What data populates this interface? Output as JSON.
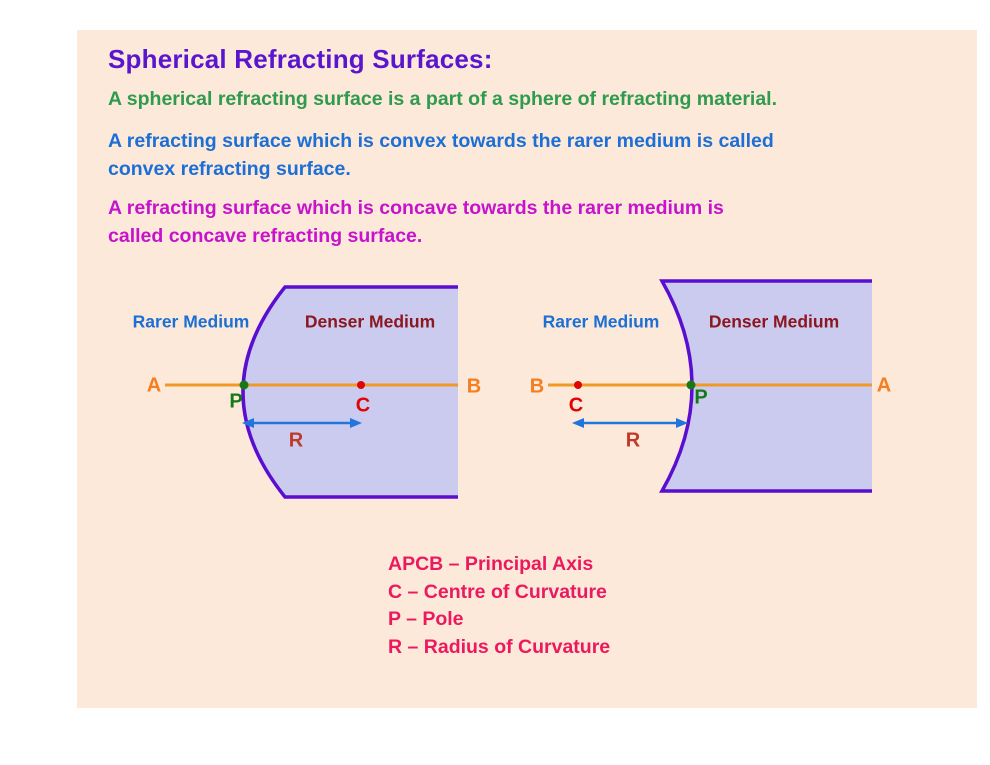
{
  "title": {
    "text": "Spherical Refracting Surfaces:"
  },
  "intro": {
    "text": "A spherical refracting surface is a part of a sphere of refracting material."
  },
  "convex_def": {
    "text": "A refracting surface which is convex towards the rarer medium is called\nconvex refracting surface."
  },
  "concave_def": {
    "text": "A refracting surface which is concave towards the rarer medium is\ncalled concave refracting surface."
  },
  "diagrams": {
    "convex": {
      "rarer": "Rarer Medium",
      "denser": "Denser Medium",
      "left_end": "A",
      "right_end": "B",
      "pole": "P",
      "centre": "C",
      "radius": "R"
    },
    "concave": {
      "rarer": "Rarer Medium",
      "denser": "Denser Medium",
      "left_end": "B",
      "right_end": "A",
      "pole": "P",
      "centre": "C",
      "radius": "R"
    }
  },
  "legend": {
    "line1": "APCB – Principal Axis",
    "line2": "C – Centre of Curvature",
    "line3": "P – Pole",
    "line4": "R – Radius of Curvature"
  },
  "colors": {
    "panel_bg": "#fce9d9",
    "title": "#5a16ce",
    "intro_text": "#2e9b4e",
    "convex_text": "#1c6fd5",
    "concave_text": "#c713cb",
    "rarer_label": "#1c6fd5",
    "denser_label": "#8b1721",
    "axis_line": "#f09a25",
    "axis_label": "#f57e20",
    "surface_stroke": "#5a0fd0",
    "surface_fill": "#cbcbf0",
    "pole": "#157a15",
    "centre": "#e00505",
    "radius_label": "#c03a28",
    "radius_arrow": "#2176de",
    "legend_text": "#eb1a5f"
  }
}
